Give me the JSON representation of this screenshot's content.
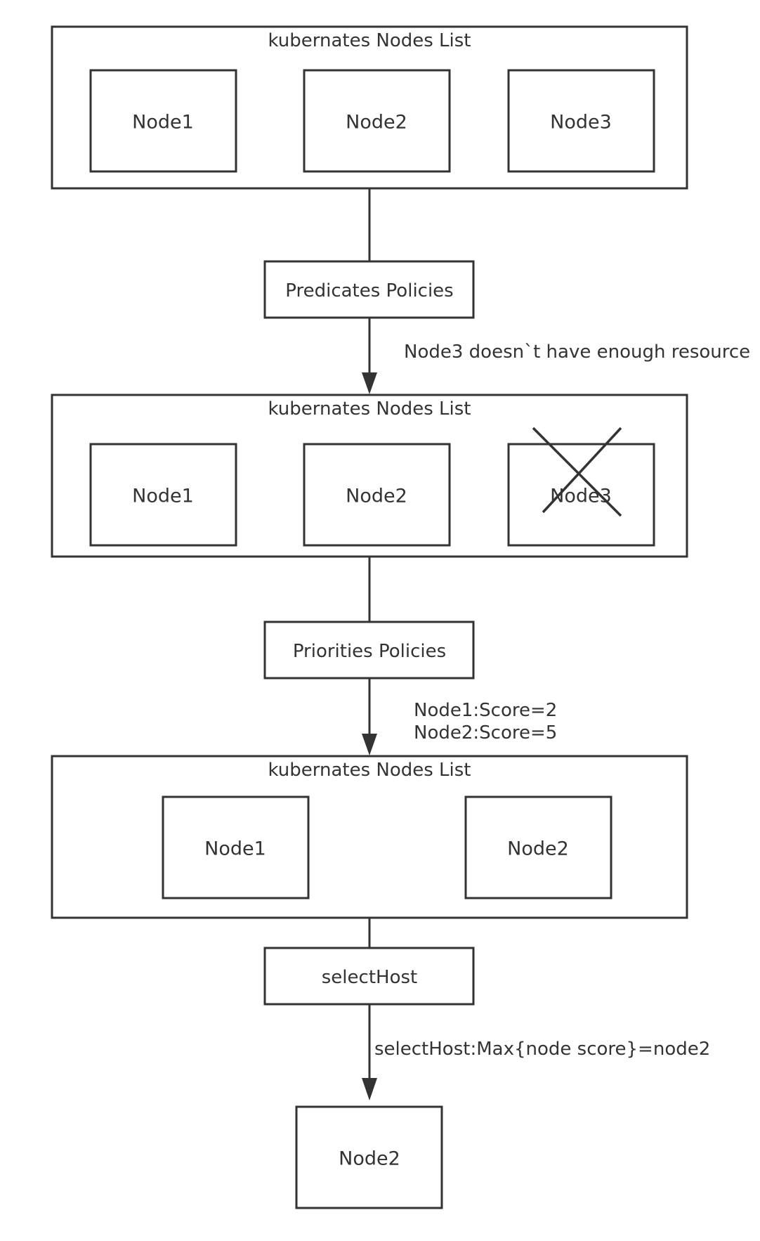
{
  "diagram": {
    "lists": [
      {
        "title": "kubernates Nodes List",
        "nodes": [
          "Node1",
          "Node2",
          "Node3"
        ]
      },
      {
        "title": "kubernates Nodes List",
        "nodes": [
          "Node1",
          "Node2",
          "Node3"
        ],
        "excluded_node": "Node3"
      },
      {
        "title": "kubernates Nodes List",
        "nodes": [
          "Node1",
          "Node2"
        ]
      }
    ],
    "steps": [
      {
        "label": "Predicates Policies",
        "note": [
          "Node3 doesn`t have enough resource"
        ]
      },
      {
        "label": "Priorities Policies",
        "note": [
          "Node1:Score=2",
          "Node2:Score=5"
        ]
      },
      {
        "label": "selectHost",
        "note": [
          "selectHost:Max{node score}=node2"
        ]
      }
    ],
    "result": {
      "label": "Node2"
    }
  }
}
